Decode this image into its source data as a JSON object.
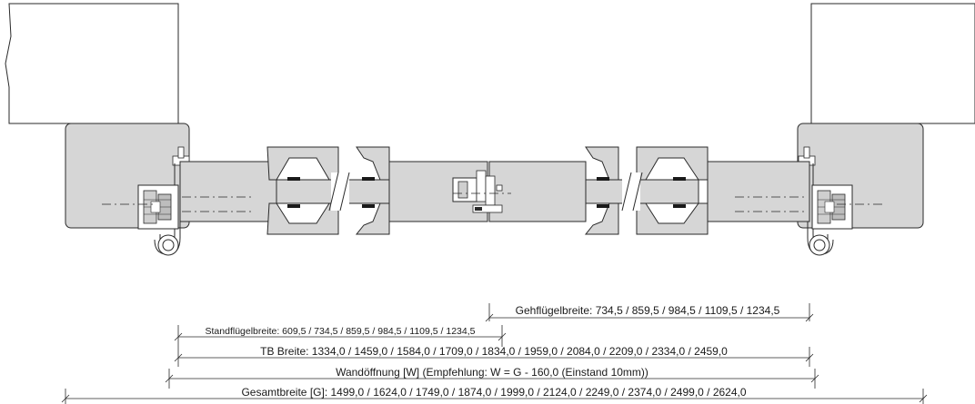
{
  "diagram": {
    "type": "door-section-drawing",
    "colors": {
      "line": "#2a2a2a",
      "fill": "#d6d6d6",
      "white": "#ffffff"
    },
    "dimensions": {
      "gehfluegel": "Gehflügelbreite: 734,5 / 859,5 / 984,5 / 1109,5 / 1234,5",
      "standfluegel": "Standflügelbreite: 609,5 / 734,5 / 859,5 / 984,5 / 1109,5 / 1234,5",
      "tb_breite": "TB Breite: 1334,0 / 1459,0 / 1584,0 / 1709,0 / 1834,0 / 1959,0 / 2084,0 / 2209,0 / 2334,0 / 2459,0",
      "wandoeffnung": "Wandöffnung [W] (Empfehlung: W = G - 160,0 (Einstand 10mm))",
      "gesamtbreite": "Gesamtbreite [G]: 1499,0 / 1624,0 / 1749,0 / 1874,0 / 1999,0 / 2124,0 / 2249,0 / 2374,0 / 2499,0 / 2624,0"
    }
  }
}
